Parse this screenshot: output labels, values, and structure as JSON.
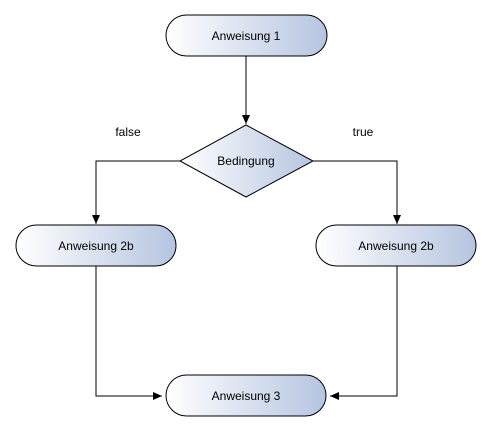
{
  "nodes": {
    "start": {
      "label": "Anweisung 1",
      "shape": "terminal"
    },
    "condition": {
      "label": "Bedingung",
      "shape": "decision"
    },
    "left_branch": {
      "label": "Anweisung 2b",
      "shape": "terminal"
    },
    "right_branch": {
      "label": "Anweisung 2b",
      "shape": "terminal"
    },
    "end": {
      "label": "Anweisung 3",
      "shape": "terminal"
    }
  },
  "edges": {
    "false_label": "false",
    "true_label": "true"
  },
  "colors": {
    "fill_light": "#ffffff",
    "fill_dark": "#b5c5e0",
    "stroke": "#000000",
    "line": "#000000"
  }
}
